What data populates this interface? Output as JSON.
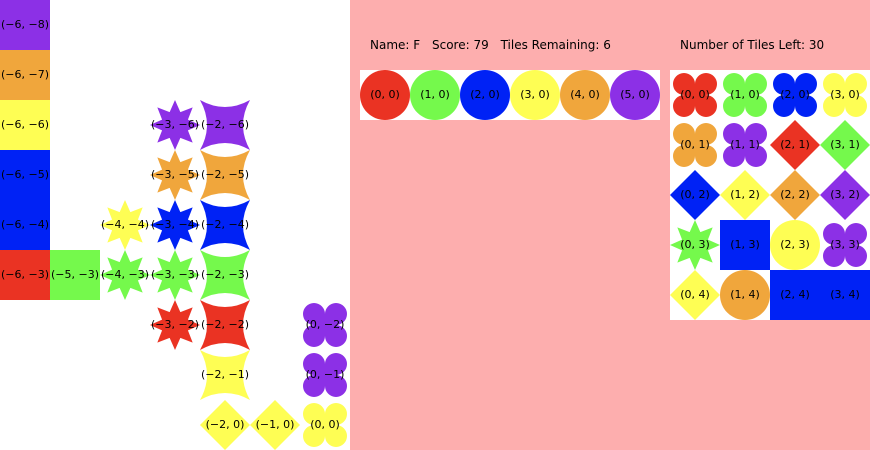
{
  "colors": {
    "red": "#ea3323",
    "orange": "#f0a63c",
    "yellow": "#fefe54",
    "green": "#75f94c",
    "blue": "#0022f5",
    "purple": "#8c30e6",
    "board_bg": "#ffffff",
    "panel_bg": "#fdaeae"
  },
  "header": {
    "name": "Name: F",
    "score": "Score: 79",
    "tiles_remaining": "Tiles Remaining: 6",
    "tiles_left": "Number of Tiles Left: 30"
  },
  "board": [
    {
      "label": "(−6, −8)",
      "shape": "square",
      "color": "purple",
      "col": -6,
      "row": -8
    },
    {
      "label": "(−6, −7)",
      "shape": "square",
      "color": "orange",
      "col": -6,
      "row": -7
    },
    {
      "label": "(−6, −6)",
      "shape": "square",
      "color": "yellow",
      "col": -6,
      "row": -6
    },
    {
      "label": "(−6, −5)",
      "shape": "square",
      "color": "blue",
      "col": -6,
      "row": -5
    },
    {
      "label": "(−6, −4)",
      "shape": "square",
      "color": "blue",
      "col": -6,
      "row": -4
    },
    {
      "label": "(−6, −3)",
      "shape": "square",
      "color": "red",
      "col": -6,
      "row": -3
    },
    {
      "label": "(−5, −3)",
      "shape": "square",
      "color": "green",
      "col": -5,
      "row": -3
    },
    {
      "label": "(−4, −4)",
      "shape": "starburst",
      "color": "yellow",
      "col": -4,
      "row": -4
    },
    {
      "label": "(−4, −3)",
      "shape": "starburst",
      "color": "green",
      "col": -4,
      "row": -3
    },
    {
      "label": "(−3, −6)",
      "shape": "starburst",
      "color": "purple",
      "col": -3,
      "row": -6
    },
    {
      "label": "(−3, −5)",
      "shape": "starburst",
      "color": "orange",
      "col": -3,
      "row": -5
    },
    {
      "label": "(−3, −4)",
      "shape": "starburst",
      "color": "blue",
      "col": -3,
      "row": -4
    },
    {
      "label": "(−3, −3)",
      "shape": "starburst",
      "color": "green",
      "col": -3,
      "row": -3
    },
    {
      "label": "(−3, −2)",
      "shape": "starburst",
      "color": "red",
      "col": -3,
      "row": -2
    },
    {
      "label": "(−2, −6)",
      "shape": "star4",
      "color": "purple",
      "col": -2,
      "row": -6
    },
    {
      "label": "(−2, −5)",
      "shape": "star4",
      "color": "orange",
      "col": -2,
      "row": -5
    },
    {
      "label": "(−2, −4)",
      "shape": "star4",
      "color": "blue",
      "col": -2,
      "row": -4
    },
    {
      "label": "(−2, −3)",
      "shape": "star4",
      "color": "green",
      "col": -2,
      "row": -3
    },
    {
      "label": "(−2, −2)",
      "shape": "star4",
      "color": "red",
      "col": -2,
      "row": -2
    },
    {
      "label": "(−2, −1)",
      "shape": "star4",
      "color": "yellow",
      "col": -2,
      "row": -1
    },
    {
      "label": "(−2, 0)",
      "shape": "diamond",
      "color": "yellow",
      "col": -2,
      "row": 0
    },
    {
      "label": "(−1, 0)",
      "shape": "diamond",
      "color": "yellow",
      "col": -1,
      "row": 0
    },
    {
      "label": "(0, 0)",
      "shape": "clover",
      "color": "yellow",
      "col": 0,
      "row": 0
    },
    {
      "label": "(0, −1)",
      "shape": "clover",
      "color": "purple",
      "col": 0,
      "row": -1
    },
    {
      "label": "(0, −2)",
      "shape": "clover",
      "color": "purple",
      "col": 0,
      "row": -2
    }
  ],
  "hand": [
    {
      "label": "(0, 0)",
      "shape": "circle",
      "color": "red",
      "col": 0,
      "row": 0
    },
    {
      "label": "(1, 0)",
      "shape": "circle",
      "color": "green",
      "col": 1,
      "row": 0
    },
    {
      "label": "(2, 0)",
      "shape": "circle",
      "color": "blue",
      "col": 2,
      "row": 0
    },
    {
      "label": "(3, 0)",
      "shape": "circle",
      "color": "yellow",
      "col": 3,
      "row": 0
    },
    {
      "label": "(4, 0)",
      "shape": "circle",
      "color": "orange",
      "col": 4,
      "row": 0
    },
    {
      "label": "(5, 0)",
      "shape": "circle",
      "color": "purple",
      "col": 5,
      "row": 0
    }
  ],
  "bag": [
    {
      "label": "(0, 0)",
      "shape": "clover",
      "color": "red",
      "col": 0,
      "row": 0
    },
    {
      "label": "(1, 0)",
      "shape": "clover",
      "color": "green",
      "col": 1,
      "row": 0
    },
    {
      "label": "(2, 0)",
      "shape": "clover",
      "color": "blue",
      "col": 2,
      "row": 0
    },
    {
      "label": "(3, 0)",
      "shape": "clover",
      "color": "yellow",
      "col": 3,
      "row": 0
    },
    {
      "label": "(0, 1)",
      "shape": "clover",
      "color": "orange",
      "col": 0,
      "row": 1
    },
    {
      "label": "(1, 1)",
      "shape": "clover",
      "color": "purple",
      "col": 1,
      "row": 1
    },
    {
      "label": "(2, 1)",
      "shape": "diamond",
      "color": "red",
      "col": 2,
      "row": 1
    },
    {
      "label": "(3, 1)",
      "shape": "diamond",
      "color": "green",
      "col": 3,
      "row": 1
    },
    {
      "label": "(0, 2)",
      "shape": "diamond",
      "color": "blue",
      "col": 0,
      "row": 2
    },
    {
      "label": "(1, 2)",
      "shape": "diamond",
      "color": "yellow",
      "col": 1,
      "row": 2
    },
    {
      "label": "(2, 2)",
      "shape": "diamond",
      "color": "orange",
      "col": 2,
      "row": 2
    },
    {
      "label": "(3, 2)",
      "shape": "diamond",
      "color": "purple",
      "col": 3,
      "row": 2
    },
    {
      "label": "(0, 3)",
      "shape": "starburst",
      "color": "green",
      "col": 0,
      "row": 3
    },
    {
      "label": "(1, 3)",
      "shape": "square",
      "color": "blue",
      "col": 1,
      "row": 3
    },
    {
      "label": "(2, 3)",
      "shape": "circle",
      "color": "yellow",
      "col": 2,
      "row": 3
    },
    {
      "label": "(3, 3)",
      "shape": "clover",
      "color": "purple",
      "col": 3,
      "row": 3
    },
    {
      "label": "(0, 4)",
      "shape": "diamond",
      "color": "yellow",
      "col": 0,
      "row": 4
    },
    {
      "label": "(1, 4)",
      "shape": "circle",
      "color": "orange",
      "col": 1,
      "row": 4
    },
    {
      "label": "(2, 4)",
      "shape": "square",
      "color": "blue",
      "col": 2,
      "row": 4
    },
    {
      "label": "(3, 4)",
      "shape": "square",
      "color": "blue",
      "col": 3,
      "row": 4
    }
  ]
}
